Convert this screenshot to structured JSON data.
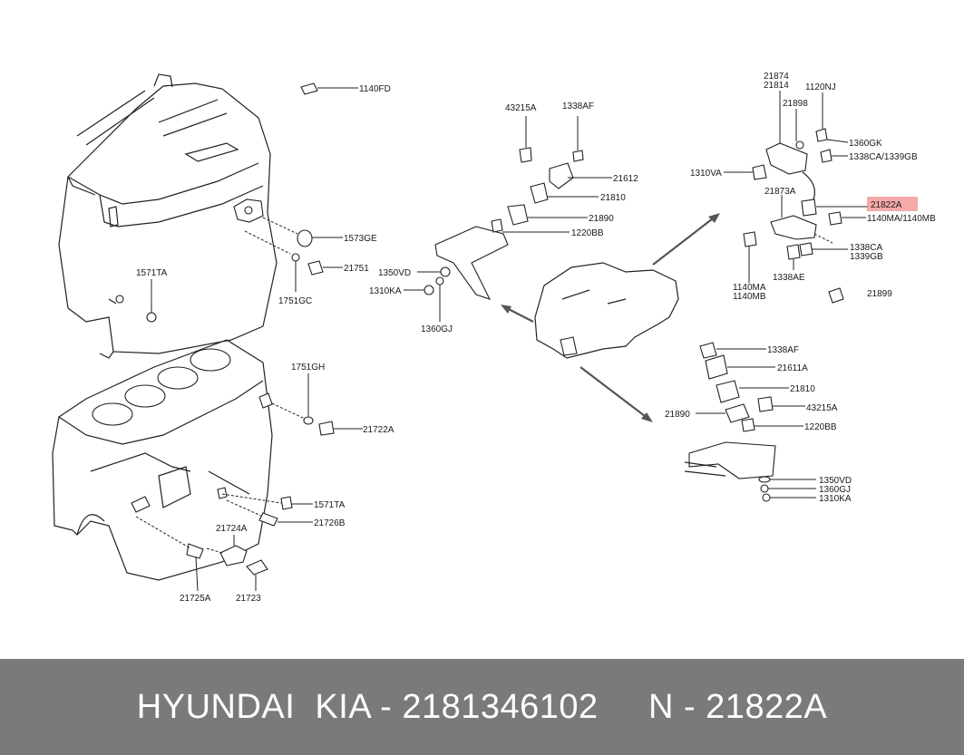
{
  "labels": {
    "p1140FD": "1140FD",
    "p1573GE": "1573GE",
    "p21751": "21751",
    "p1751GC": "1751GC",
    "p1571TA_top": "1571TA",
    "p1751GH": "1751GH",
    "p21722A": "21722A",
    "p1571TA_bot": "1571TA",
    "p21726B": "21726B",
    "p21724A": "21724A",
    "p21725A": "21725A",
    "p21723": "21723",
    "p43215A_top": "43215A",
    "p1338AF_top": "1338AF",
    "p21612": "21612",
    "p21810_top": "21810",
    "p21890_top": "21890",
    "p1220BB_top": "1220BB",
    "p1350VD_left": "1350VD",
    "p1310KA_left": "1310KA",
    "p1360GJ_left": "1360GJ",
    "p21874": "21874",
    "p21814": "21814",
    "p1120NJ": "1120NJ",
    "p21898": "21898",
    "p1360GK": "1360GK",
    "p1338CA_1339GB": "1338CA/1339GB",
    "p1310VA": "1310VA",
    "p21873A": "21873A",
    "p21822A": "21822A",
    "p1140MA_1140MB": "1140MA/1140MB",
    "p1338CA": "1338CA",
    "p1339GB": "1339GB",
    "p1338AE": "1338AE",
    "p1140MA": "1140MA",
    "p1140MB": "1140MB",
    "p21899": "21899",
    "p1338AF_bot": "1338AF",
    "p21611A": "21611A",
    "p21810_bot": "21810",
    "p21890_bot": "21890",
    "p43215A_bot": "43215A",
    "p1220BB_bot": "1220BB",
    "p1350VD_bot": "1350VD",
    "p1360GJ_bot": "1360GJ",
    "p1310KA_bot": "1310KA"
  },
  "footer": {
    "text": "HYUNDAI  KIA - 2181346102     N - 21822A"
  },
  "colors": {
    "footer_bg": "#7a7a7a",
    "highlight": "#f39a9a",
    "line": "#222222"
  }
}
